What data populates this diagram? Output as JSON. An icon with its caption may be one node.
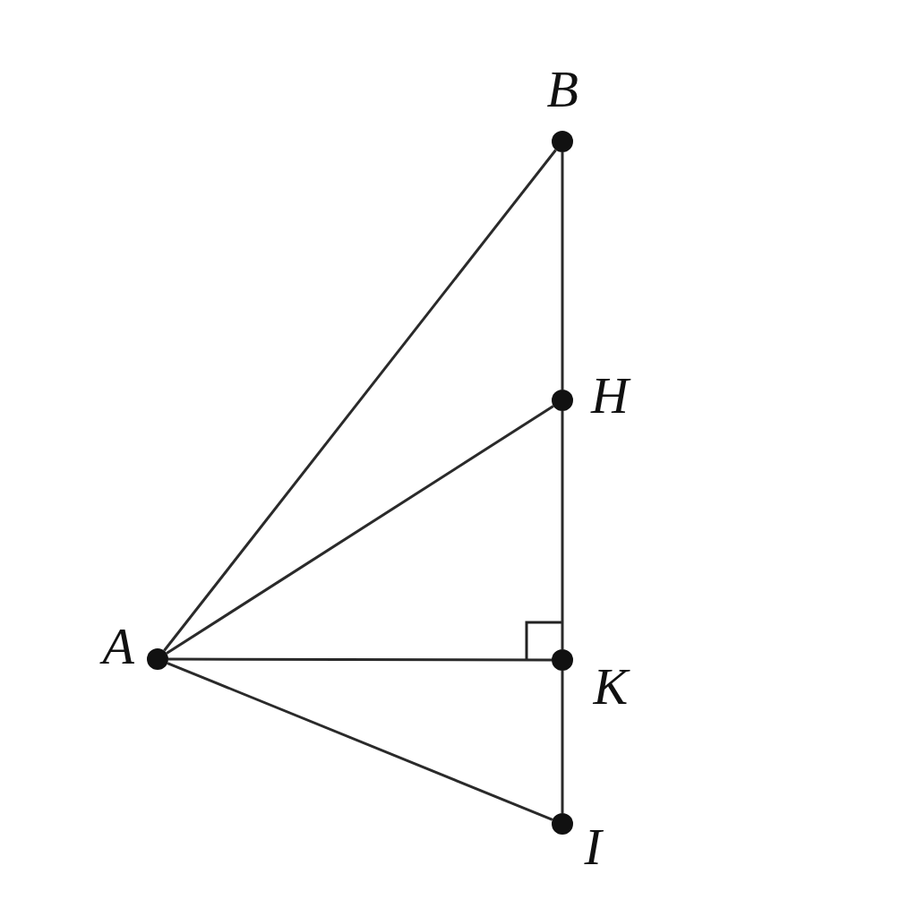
{
  "diagram": {
    "nodes": [
      {
        "text": [
          "B"
        ]
      },
      {
        "text": [
          "H"
        ]
      },
      {
        "text": [
          "A"
        ]
      },
      {
        "text": [
          "K"
        ]
      },
      {
        "text": [
          "I"
        ]
      }
    ],
    "edges": [
      {
        "from": 2,
        "to": 0,
        "arrow": "none"
      },
      {
        "from": 2,
        "to": 1,
        "arrow": "none"
      },
      {
        "from": 2,
        "to": 3,
        "arrow": "none"
      },
      {
        "from": 2,
        "to": 4,
        "arrow": "none"
      },
      {
        "from": 0,
        "to": 1,
        "arrow": "none"
      },
      {
        "from": 1,
        "to": 3,
        "arrow": "none"
      },
      {
        "from": 3,
        "to": 4,
        "arrow": "none"
      }
    ]
  }
}
